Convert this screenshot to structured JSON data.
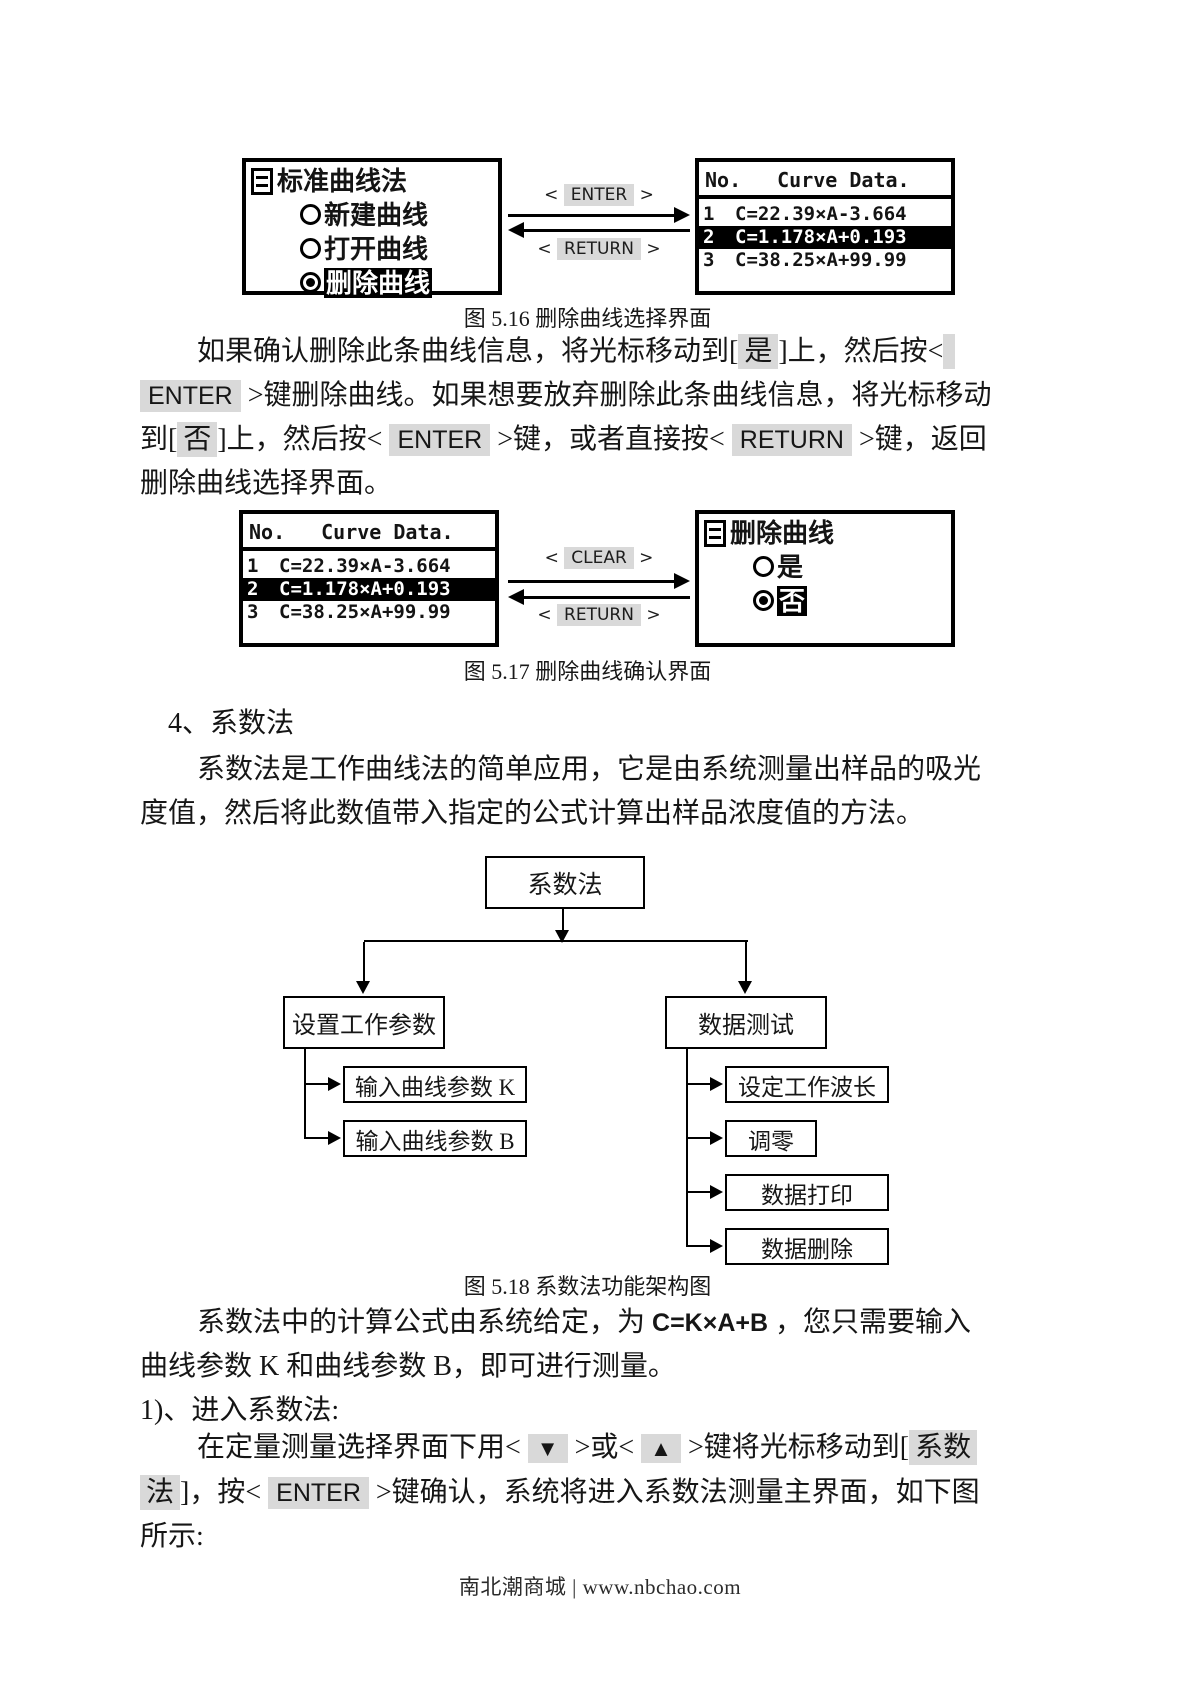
{
  "captions": {
    "fig516": "图 5.16 删除曲线选择界面",
    "fig517": "图 5.17 删除曲线确认界面",
    "fig518": "图 5.18 系数法功能架构图"
  },
  "headings": {
    "section4": "4、系数法",
    "step1": "1)、进入系数法:"
  },
  "screens": {
    "standard_curve_menu": {
      "title": "标准曲线法",
      "options": [
        {
          "label": "新建曲线",
          "selected": false
        },
        {
          "label": "打开曲线",
          "selected": false
        },
        {
          "label": "删除曲线",
          "selected": true
        }
      ]
    },
    "curve_list": {
      "columns": [
        "No.",
        "Curve Data."
      ],
      "rows": [
        {
          "no": "1",
          "formula": "C=22.39×A-3.664",
          "selected": false
        },
        {
          "no": "2",
          "formula": "C=1.178×A+0.193",
          "selected": true
        },
        {
          "no": "3",
          "formula": "C=38.25×A+99.99",
          "selected": false
        }
      ]
    },
    "delete_confirm": {
      "title": "删除曲线",
      "options": [
        {
          "label": "是",
          "selected": false
        },
        {
          "label": "否",
          "selected": true
        }
      ]
    }
  },
  "arrows": {
    "fig516": {
      "forward": "ENTER",
      "back": "RETURN"
    },
    "fig517": {
      "forward": "CLEAR",
      "back": "RETURN"
    }
  },
  "flowchart": {
    "root": "系数法",
    "branches": [
      {
        "label": "设置工作参数",
        "children": [
          "输入曲线参数 K",
          "输入曲线参数 B"
        ]
      },
      {
        "label": "数据测试",
        "children": [
          "设定工作波长",
          "调零",
          "数据打印",
          "数据删除"
        ]
      }
    ]
  },
  "paragraphs": {
    "p1": [
      [
        {
          "t": "text",
          "s": "如果确认删除此条曲线信息，将光标移动到["
        },
        {
          "t": "hl",
          "s": "是"
        },
        {
          "t": "text",
          "s": "]上，然后按<"
        },
        {
          "t": "hl",
          "s": " "
        }
      ],
      [
        {
          "t": "key",
          "s": "ENTER"
        },
        {
          "t": "text",
          "s": " >键删除曲线。如果想要放弃删除此条曲线信息，将光标移动"
        }
      ],
      [
        {
          "t": "text",
          "s": "到["
        },
        {
          "t": "hl",
          "s": "否"
        },
        {
          "t": "text",
          "s": "]上，然后按< "
        },
        {
          "t": "key",
          "s": "ENTER"
        },
        {
          "t": "text",
          "s": " >键，或者直接按< "
        },
        {
          "t": "key",
          "s": "RETURN"
        },
        {
          "t": "text",
          "s": " >键，返回"
        }
      ],
      [
        {
          "t": "text",
          "s": "删除曲线选择界面。"
        }
      ]
    ],
    "p2": [
      [
        {
          "t": "text",
          "s": "系数法是工作曲线法的简单应用，它是由系统测量出样品的吸光"
        }
      ],
      [
        {
          "t": "text",
          "s": "度值，然后将此数值带入指定的公式计算出样品浓度值的方法。"
        }
      ]
    ],
    "p3": [
      [
        {
          "t": "text",
          "s": "系数法中的计算公式由系统给定，为 "
        },
        {
          "t": "code",
          "s": "C=K×A+B"
        },
        {
          "t": "text",
          "s": " ，您只需要输入"
        }
      ],
      [
        {
          "t": "text",
          "s": "曲线参数 K 和曲线参数 B，即可进行测量。"
        }
      ]
    ],
    "p4": [
      [
        {
          "t": "text",
          "s": "在定量测量选择界面下用< "
        },
        {
          "t": "tri",
          "s": "▼"
        },
        {
          "t": "text",
          "s": " >或< "
        },
        {
          "t": "tri",
          "s": "▲"
        },
        {
          "t": "text",
          "s": " >键将光标移动到["
        },
        {
          "t": "hl",
          "s": "系数"
        }
      ],
      [
        {
          "t": "hl",
          "s": "法"
        },
        {
          "t": "text",
          "s": "]，按< "
        },
        {
          "t": "key",
          "s": "ENTER"
        },
        {
          "t": "text",
          "s": " >键确认，系统将进入系数法测量主界面，如下图"
        }
      ],
      [
        {
          "t": "text",
          "s": "所示:"
        }
      ]
    ]
  },
  "footer": "南北潮商城 | www.nbchao.com"
}
